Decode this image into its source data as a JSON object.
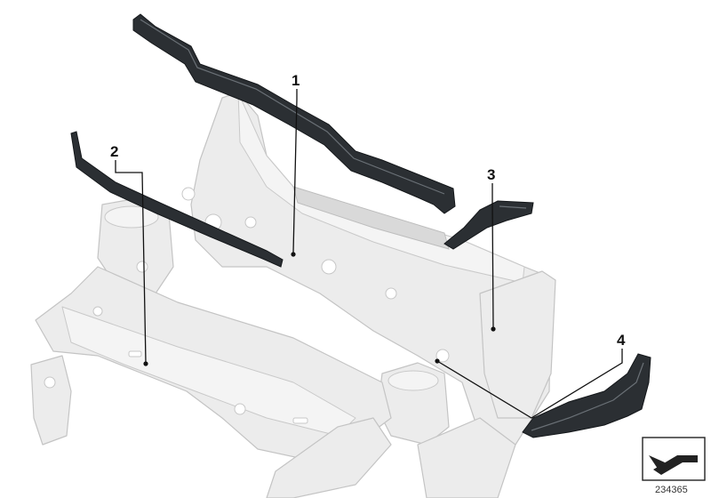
{
  "diagram": {
    "callouts": [
      {
        "id": "1",
        "label": "1"
      },
      {
        "id": "2",
        "label": "2"
      },
      {
        "id": "3",
        "label": "3"
      },
      {
        "id": "4",
        "label": "4"
      }
    ],
    "reference_number": "234365",
    "colors": {
      "body_structure": "#ececec",
      "seal_parts": "#2b2f33",
      "leader_lines": "#111111"
    }
  }
}
